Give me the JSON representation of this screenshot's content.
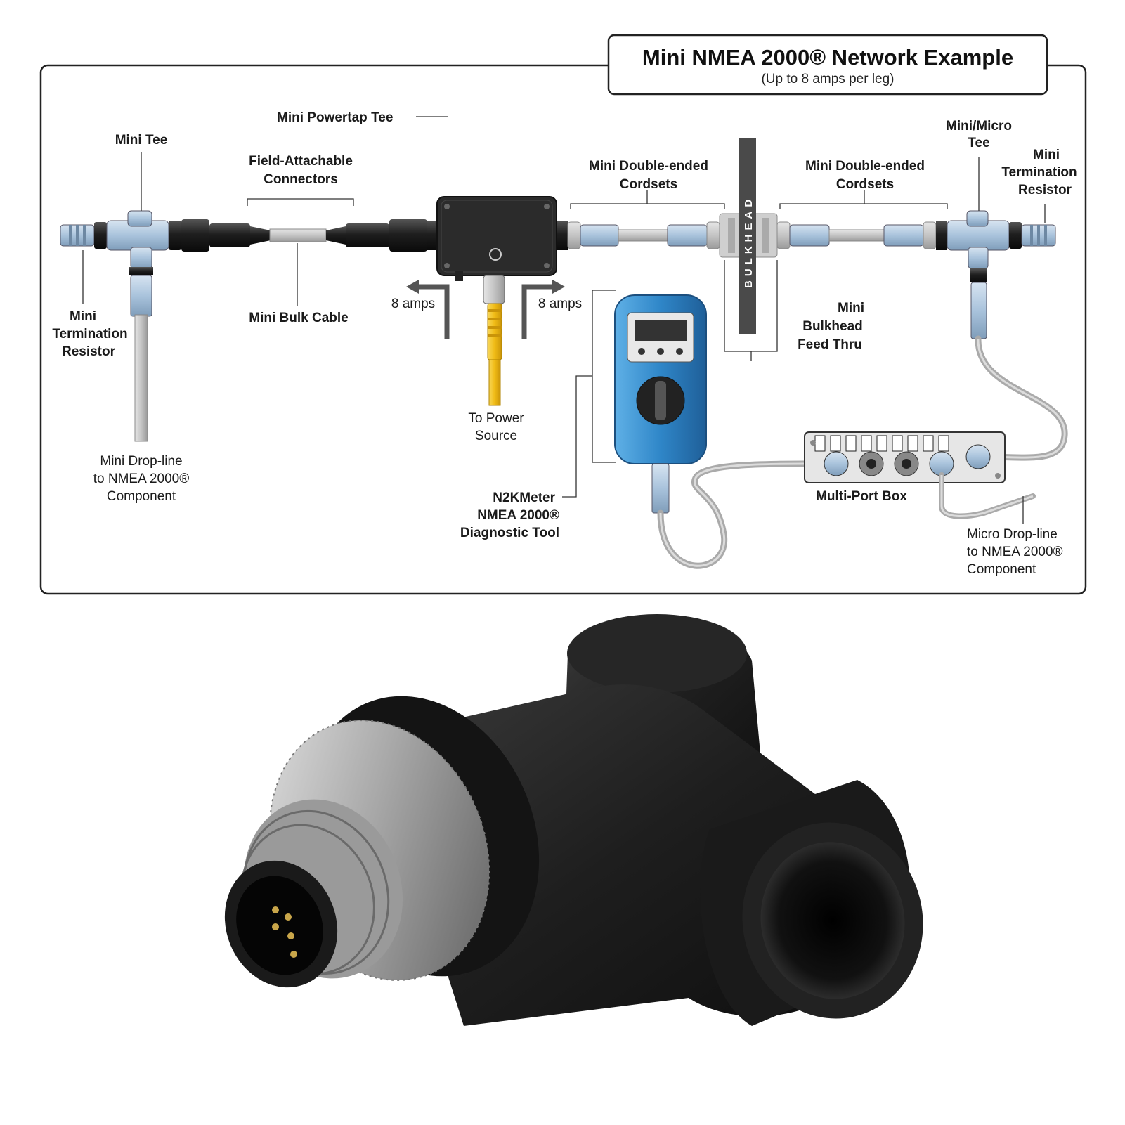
{
  "diagram": {
    "title": "Mini NMEA 2000® Network Example",
    "subtitle": "(Up to 8 amps per leg)",
    "labels": {
      "mini_powertap_tee": "Mini Powertap Tee",
      "mini_tee": "Mini Tee",
      "field_attachable_1": "Field-Attachable",
      "field_attachable_2": "Connectors",
      "double_ended_left_1": "Mini Double-ended",
      "double_ended_left_2": "Cordsets",
      "double_ended_right_1": "Mini Double-ended",
      "double_ended_right_2": "Cordsets",
      "mini_micro_tee_1": "Mini/Micro",
      "mini_micro_tee_2": "Tee",
      "term_right_1": "Mini",
      "term_right_2": "Termination",
      "term_right_3": "Resistor",
      "term_left_1": "Mini",
      "term_left_2": "Termination",
      "term_left_3": "Resistor",
      "mini_bulk_cable": "Mini Bulk Cable",
      "amps_left": "8 amps",
      "amps_right": "8 amps",
      "bulkhead_feed_1": "Mini",
      "bulkhead_feed_2": "Bulkhead",
      "bulkhead_feed_3": "Feed Thru",
      "bulkhead_vertical": "BULKHEAD",
      "power_1": "To Power",
      "power_2": "Source",
      "drop_left_1": "Mini Drop-line",
      "drop_left_2": "to NMEA 2000®",
      "drop_left_3": "Component",
      "n2k_1": "N2KMeter",
      "n2k_2": "NMEA 2000®",
      "n2k_3": "Diagnostic Tool",
      "multiport": "Multi-Port Box",
      "micro_drop_1": "Micro Drop-line",
      "micro_drop_2": "to NMEA 2000®",
      "micro_drop_3": "Component"
    },
    "colors": {
      "connector_blue": "#a9c3dc",
      "cable_gray": "#c8c8c8",
      "cable_black": "#1c1c1c",
      "power_yellow": "#f2bf1a",
      "meter_blue": "#2f86c8",
      "bulkhead_gray": "#4a4a4a"
    }
  },
  "photo": {
    "subject": "right-angle field-attachable connector",
    "body_color": "#1e1e1e",
    "metal_color": "#a8a8a8",
    "pin_color": "#c9a64a"
  }
}
